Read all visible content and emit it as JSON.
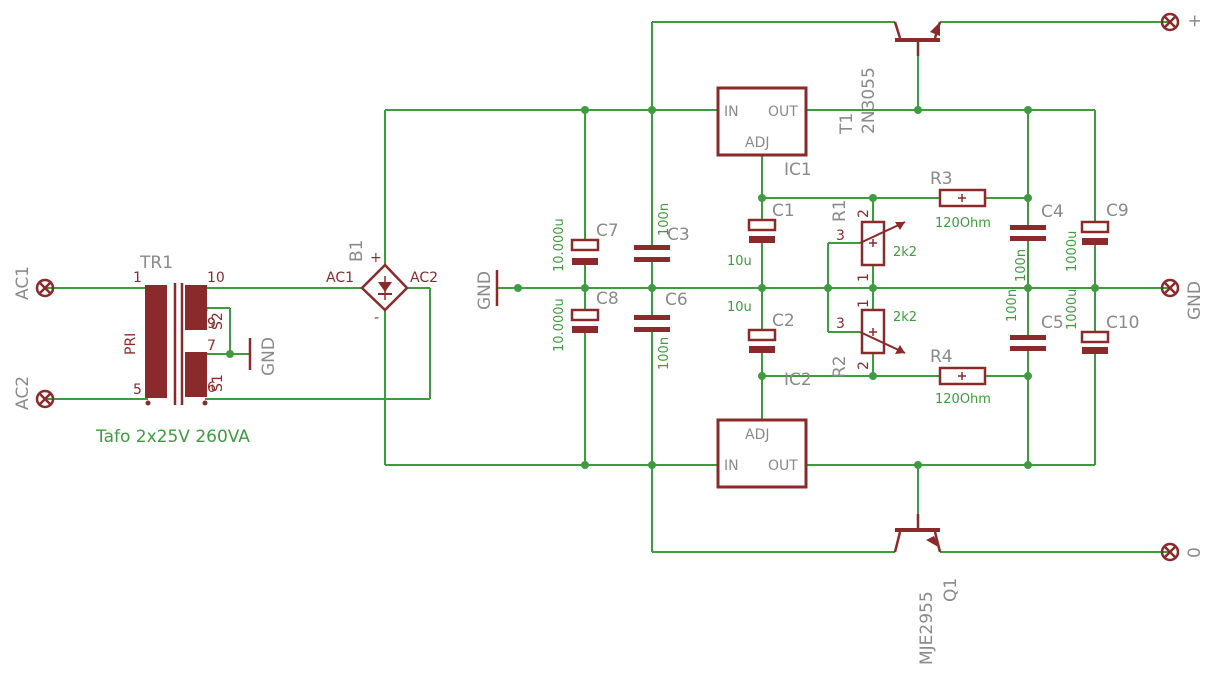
{
  "transformer": {
    "ref": "TR1",
    "pri": "PRI",
    "s1": "S1",
    "s2": "S2",
    "value": "Tafo 2x25V 260VA",
    "pin1": "1",
    "pin5": "5",
    "pin10": "10",
    "pin7": "7",
    "pin6": "6",
    "pin9": "9"
  },
  "terminals": {
    "ac1": "AC1",
    "ac2": "AC2",
    "plus": "+",
    "gnd": "GND",
    "zero": "0"
  },
  "gnd_labels": {
    "left": "GND",
    "trafo": "GND"
  },
  "bridge": {
    "ref": "B1",
    "ac1": "AC1",
    "ac2": "AC2",
    "plus": "+",
    "minus": "-"
  },
  "ic1": {
    "ref": "IC1",
    "in": "IN",
    "out": "OUT",
    "adj": "ADJ"
  },
  "ic2": {
    "ref": "IC2",
    "in": "IN",
    "out": "OUT",
    "adj": "ADJ"
  },
  "t1": {
    "ref": "T1",
    "part": "2N3055"
  },
  "q1": {
    "ref": "Q1",
    "part": "MJE2955"
  },
  "capacitors": {
    "c7": {
      "ref": "C7",
      "value": "10.000u"
    },
    "c8": {
      "ref": "C8",
      "value": "10.000u"
    },
    "c3": {
      "ref": "C3",
      "value": "100n"
    },
    "c6": {
      "ref": "C6",
      "value": "100n"
    },
    "c1": {
      "ref": "C1",
      "value": "10u"
    },
    "c2": {
      "ref": "C2",
      "value": "10u"
    },
    "c4": {
      "ref": "C4",
      "value": "100n"
    },
    "c5": {
      "ref": "C5",
      "value": "100n"
    },
    "c9": {
      "ref": "C9",
      "value": "1000u"
    },
    "c10": {
      "ref": "C10",
      "value": "1000u"
    }
  },
  "resistors": {
    "r3": {
      "ref": "R3",
      "value": "120Ohm"
    },
    "r4": {
      "ref": "R4",
      "value": "120Ohm"
    }
  },
  "pots": {
    "r1": {
      "ref": "R1",
      "value": "2k2",
      "p1": "1",
      "p2": "2",
      "p3": "3"
    },
    "r2": {
      "ref": "R2",
      "value": "2k2",
      "p1": "1",
      "p2": "2",
      "p3": "3"
    }
  }
}
